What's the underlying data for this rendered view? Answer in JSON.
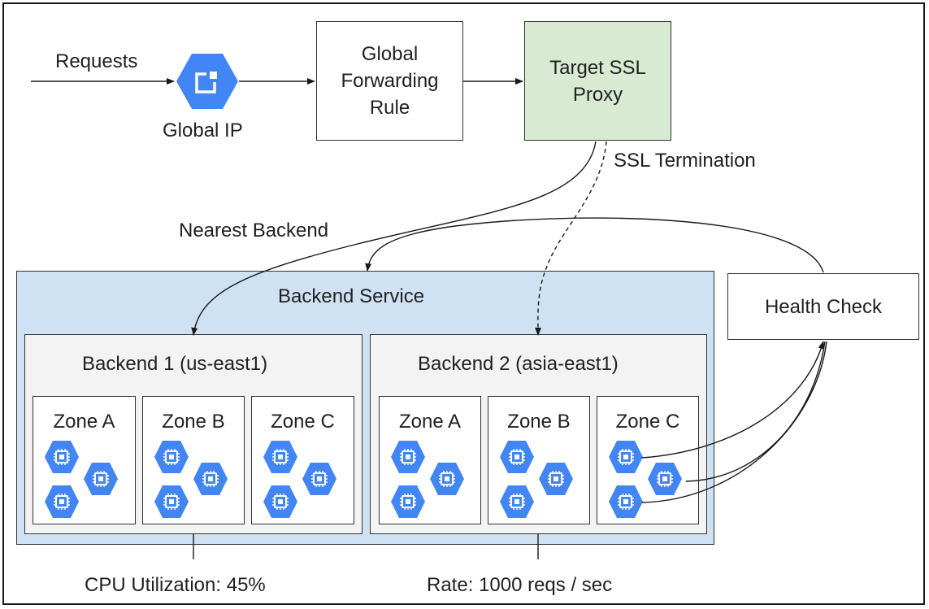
{
  "requests_label": "Requests",
  "global_ip": {
    "label": "Global IP",
    "icon": "external-ip-icon",
    "color": "#4285f4"
  },
  "forwarding_rule": {
    "label": "Global\nForwarding\nRule"
  },
  "ssl_proxy": {
    "label": "Target SSL\nProxy",
    "fill": "#d9ead3"
  },
  "ssl_termination_label": "SSL Termination",
  "nearest_backend_label": "Nearest Backend",
  "health_check": {
    "label": "Health Check"
  },
  "backend_service": {
    "title": "Backend Service",
    "fill": "#cfe2f3",
    "backends": [
      {
        "title": "Backend 1 (us-east1)",
        "zones": [
          "Zone A",
          "Zone B",
          "Zone C"
        ]
      },
      {
        "title": "Backend 2 (asia-east1)",
        "zones": [
          "Zone A",
          "Zone B",
          "Zone C"
        ]
      }
    ]
  },
  "instance_icon": {
    "name": "compute-engine-instance-icon",
    "color": "#4285f4"
  },
  "cpu_label": "CPU Utilization: 45%",
  "rate_label": "Rate: 1000 reqs / sec"
}
